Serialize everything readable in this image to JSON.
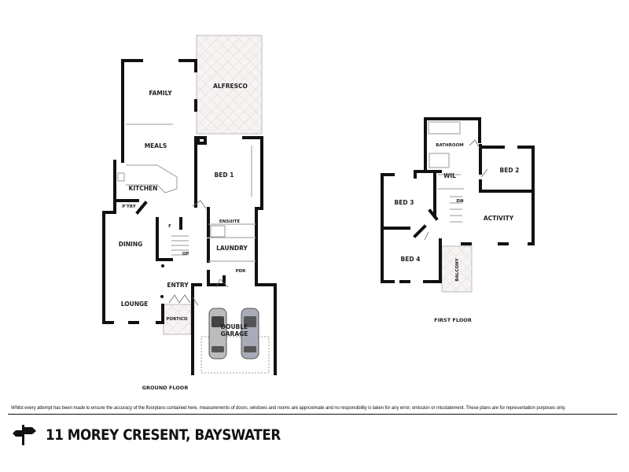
{
  "ground_floor": {
    "label": "GROUND FLOOR",
    "rooms": {
      "family": "FAMILY",
      "alfresco": "ALFRESCO",
      "meals": "MEALS",
      "bed1": "BED 1",
      "kitchen": "KITCHEN",
      "pantry": "P'TRY",
      "ensuite": "ENSUITE",
      "fridge": "F",
      "dining": "DINING",
      "up": "UP",
      "laundry": "LAUNDRY",
      "pdr": "PDR",
      "entry": "ENTRY",
      "lounge": "LOUNGE",
      "portico": "PORTICO",
      "garage_line1": "DOUBLE",
      "garage_line2": "GARAGE"
    }
  },
  "first_floor": {
    "label": "FIRST FLOOR",
    "rooms": {
      "bathroom": "BATHROOM",
      "bed2": "BED 2",
      "wil": "WIL",
      "bed3": "BED 3",
      "dn": "DN",
      "activity": "ACTIVITY",
      "bed4": "BED 4",
      "balcony": "BALCONY"
    }
  },
  "disclaimer": "Whilst every attempt has been made to ensure the accuracy of the floorplans contained here, measurements of doors, windows and rooms are approximate and no responsibility is taken for any error, omission or misstatement. These plans are for representation purposes only.",
  "property_title": "11 MOREY CRESENT, BAYSWATER",
  "icons": {
    "signpost": "signpost-icon"
  }
}
